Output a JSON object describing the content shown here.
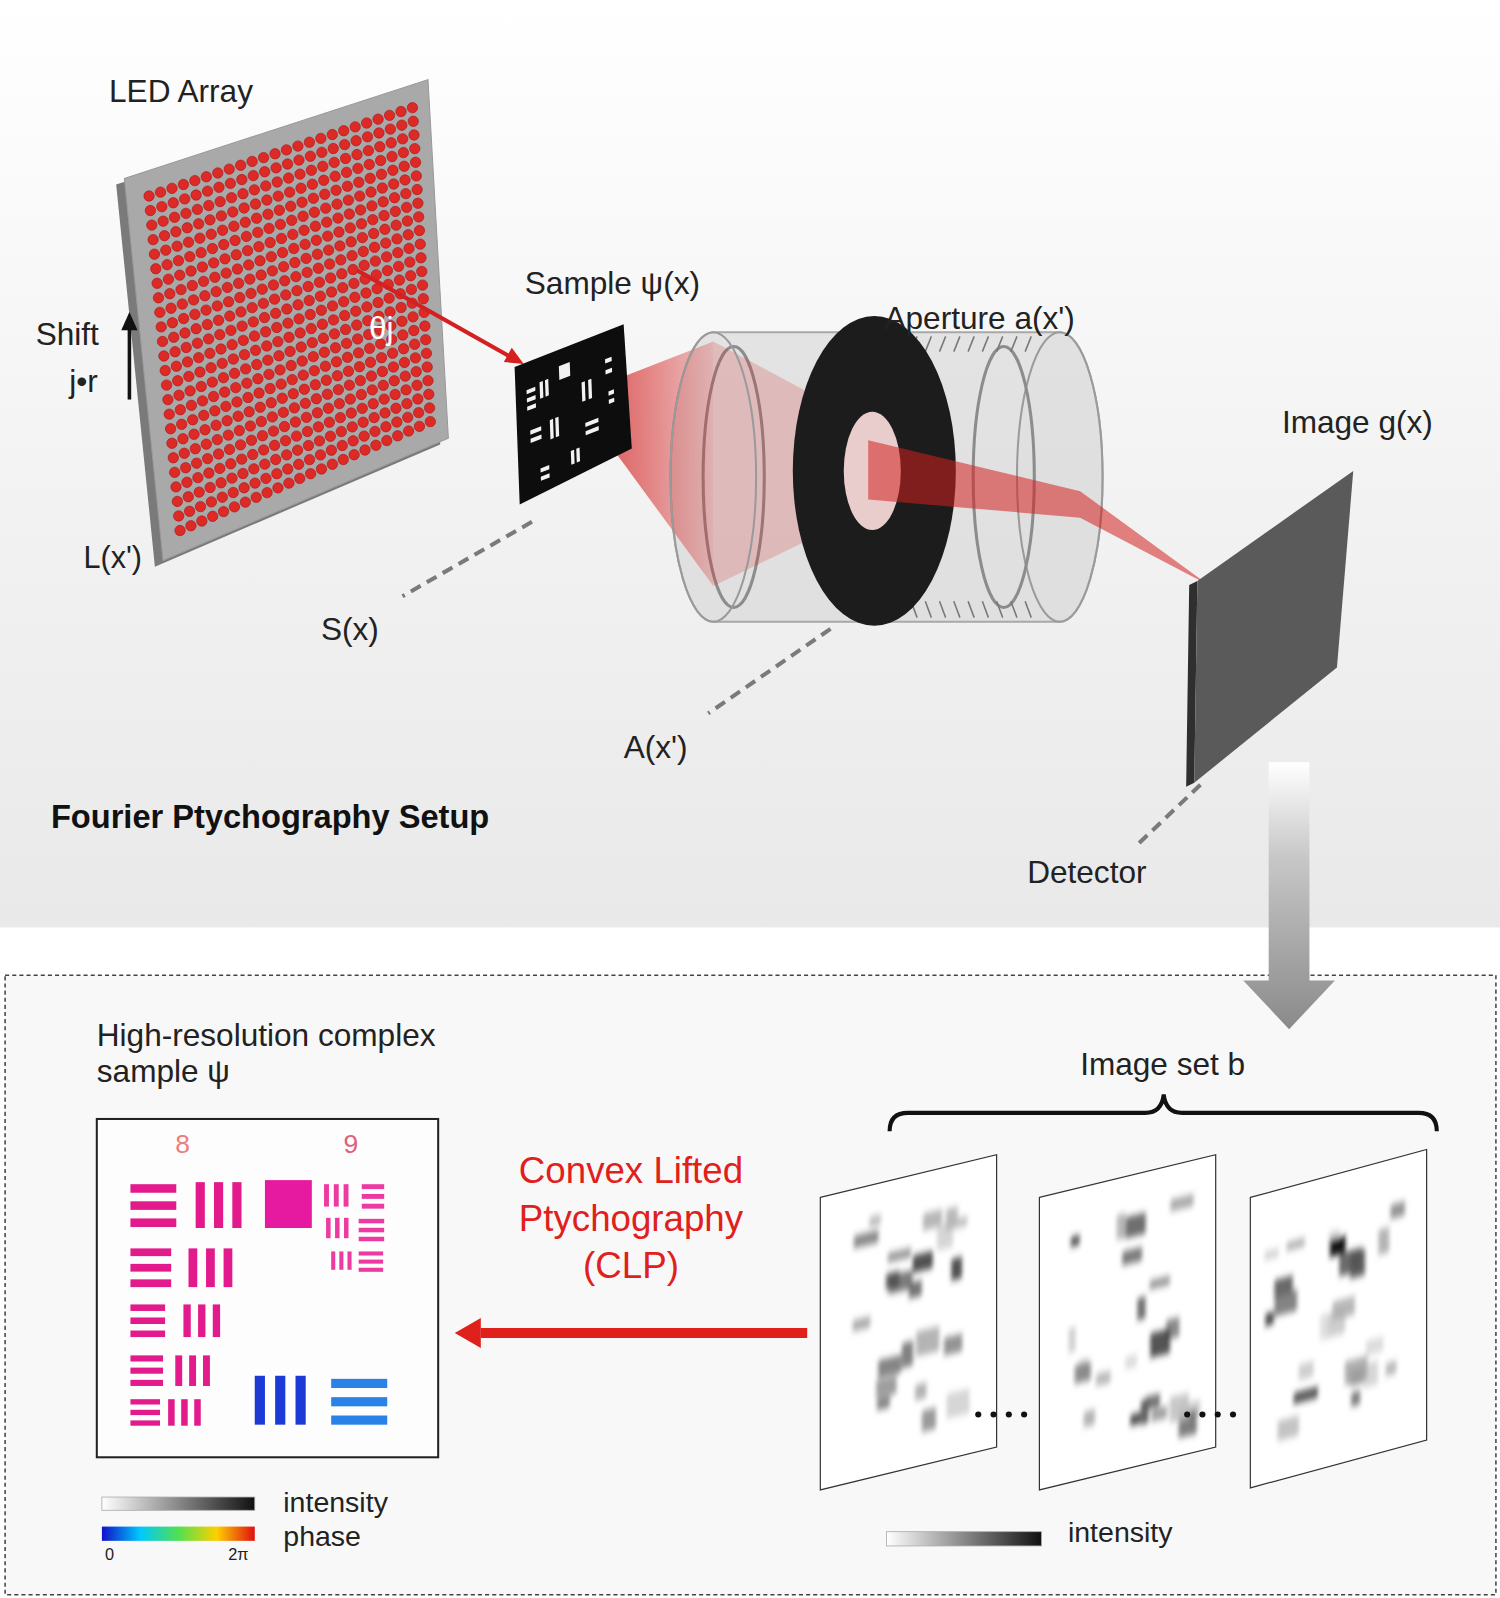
{
  "diagram": {
    "title": "Fourier Ptychography Setup",
    "nodes": [
      {
        "text": [
          "High-resolution complex sample ψ"
        ]
      },
      {
        "text": [
          "Image set b"
        ]
      }
    ],
    "edges": [
      {
        "from": 1,
        "to": 0,
        "label": "Convex Lifted Ptychography (CLP)",
        "arrow": "to"
      }
    ],
    "labels": [
      "LED Array",
      "Shift",
      "j•r",
      "θj",
      "L(x')",
      "Sample ψ(x)",
      "S(x)",
      "Aperture a(x')",
      "A(x')",
      "Image g(x)",
      "Detector",
      "8",
      "9",
      "0",
      "2π"
    ],
    "legend": [
      {
        "text": "intensity"
      },
      {
        "text": "phase"
      },
      {
        "text": "intensity"
      }
    ]
  }
}
